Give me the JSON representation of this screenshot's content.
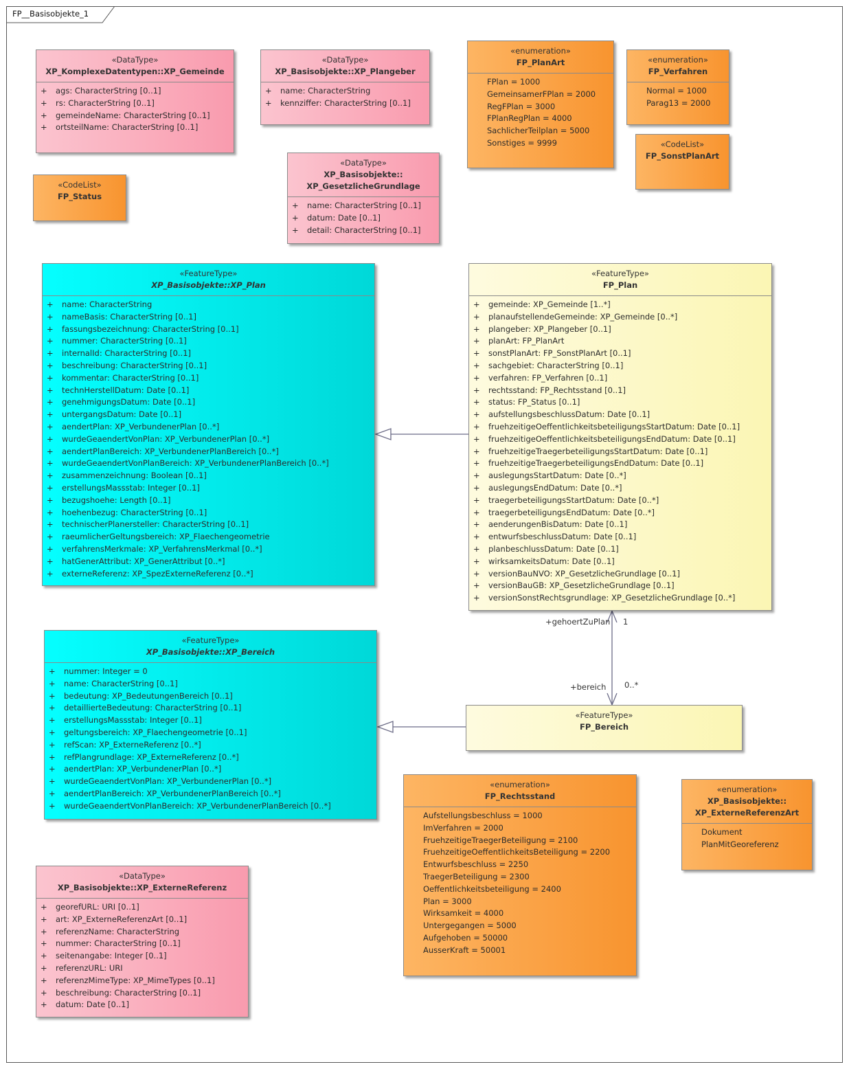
{
  "frame": {
    "title": "FP__Basisobjekte_1"
  },
  "classes": {
    "xp_gemeinde": {
      "stereotype": "«DataType»",
      "name": "XP_KomplexeDatentypen::XP_Gemeinde",
      "attributes": [
        {
          "vis": "+",
          "text": "ags: CharacterString [0..1]"
        },
        {
          "vis": "+",
          "text": "rs: CharacterString [0..1]"
        },
        {
          "vis": "+",
          "text": "gemeindeName: CharacterString [0..1]"
        },
        {
          "vis": "+",
          "text": "ortsteilName: CharacterString [0..1]"
        }
      ]
    },
    "xp_plangeber": {
      "stereotype": "«DataType»",
      "name": "XP_Basisobjekte::XP_Plangeber",
      "attributes": [
        {
          "vis": "+",
          "text": "name: CharacterString"
        },
        {
          "vis": "+",
          "text": "kennziffer: CharacterString [0..1]"
        }
      ]
    },
    "fp_planart": {
      "stereotype": "«enumeration»",
      "name": "FP_PlanArt",
      "literals": [
        "FPlan = 1000",
        "GemeinsamerFPlan = 2000",
        "RegFPlan = 3000",
        "FPlanRegPlan = 4000",
        "SachlicherTeilplan = 5000",
        "Sonstiges = 9999"
      ]
    },
    "fp_verfahren": {
      "stereotype": "«enumeration»",
      "name": "FP_Verfahren",
      "literals": [
        "Normal = 1000",
        "Parag13 = 2000"
      ]
    },
    "fp_sonstplanart": {
      "stereotype": "«CodeList»",
      "name": "FP_SonstPlanArt"
    },
    "fp_status": {
      "stereotype": "«CodeList»",
      "name": "FP_Status"
    },
    "xp_gesetzlichegrundlage": {
      "stereotype": "«DataType»",
      "name_line1": "XP_Basisobjekte::",
      "name_line2": "XP_GesetzlicheGrundlage",
      "attributes": [
        {
          "vis": "+",
          "text": "name: CharacterString [0..1]"
        },
        {
          "vis": "+",
          "text": "datum: Date [0..1]"
        },
        {
          "vis": "+",
          "text": "detail: CharacterString [0..1]"
        }
      ]
    },
    "xp_plan": {
      "stereotype": "«FeatureType»",
      "name": "XP_Basisobjekte::XP_Plan",
      "attributes": [
        {
          "vis": "+",
          "text": "name: CharacterString"
        },
        {
          "vis": "+",
          "text": "nameBasis: CharacterString [0..1]"
        },
        {
          "vis": "+",
          "text": "fassungsbezeichnung: CharacterString [0..1]"
        },
        {
          "vis": "+",
          "text": "nummer: CharacterString [0..1]"
        },
        {
          "vis": "+",
          "text": "internalId: CharacterString [0..1]"
        },
        {
          "vis": "+",
          "text": "beschreibung: CharacterString [0..1]"
        },
        {
          "vis": "+",
          "text": "kommentar: CharacterString [0..1]"
        },
        {
          "vis": "+",
          "text": "technHerstellDatum: Date [0..1]"
        },
        {
          "vis": "+",
          "text": "genehmigungsDatum: Date [0..1]"
        },
        {
          "vis": "+",
          "text": "untergangsDatum: Date [0..1]"
        },
        {
          "vis": "+",
          "text": "aendertPlan: XP_VerbundenerPlan [0..*]"
        },
        {
          "vis": "+",
          "text": "wurdeGeaendertVonPlan: XP_VerbundenerPlan [0..*]"
        },
        {
          "vis": "+",
          "text": "aendertPlanBereich: XP_VerbundenerPlanBereich [0..*]"
        },
        {
          "vis": "+",
          "text": "wurdeGeaendertVonPlanBereich: XP_VerbundenerPlanBereich [0..*]"
        },
        {
          "vis": "+",
          "text": "zusammenzeichnung: Boolean [0..1]"
        },
        {
          "vis": "+",
          "text": "erstellungsMassstab: Integer [0..1]"
        },
        {
          "vis": "+",
          "text": "bezugshoehe: Length [0..1]"
        },
        {
          "vis": "+",
          "text": "hoehenbezug: CharacterString [0..1]"
        },
        {
          "vis": "+",
          "text": "technischerPlanersteller: CharacterString [0..1]"
        },
        {
          "vis": "+",
          "text": "raeumlicherGeltungsbereich: XP_Flaechengeometrie"
        },
        {
          "vis": "+",
          "text": "verfahrensMerkmale: XP_VerfahrensMerkmal [0..*]"
        },
        {
          "vis": "+",
          "text": "hatGenerAttribut: XP_GenerAttribut [0..*]"
        },
        {
          "vis": "+",
          "text": "externeReferenz: XP_SpezExterneReferenz [0..*]"
        }
      ]
    },
    "fp_plan": {
      "stereotype": "«FeatureType»",
      "name": "FP_Plan",
      "attributes": [
        {
          "vis": "+",
          "text": "gemeinde: XP_Gemeinde [1..*]"
        },
        {
          "vis": "+",
          "text": "planaufstellendeGemeinde: XP_Gemeinde [0..*]"
        },
        {
          "vis": "+",
          "text": "plangeber: XP_Plangeber [0..1]"
        },
        {
          "vis": "+",
          "text": "planArt: FP_PlanArt"
        },
        {
          "vis": "+",
          "text": "sonstPlanArt: FP_SonstPlanArt [0..1]"
        },
        {
          "vis": "+",
          "text": "sachgebiet: CharacterString [0..1]"
        },
        {
          "vis": "+",
          "text": "verfahren: FP_Verfahren [0..1]"
        },
        {
          "vis": "+",
          "text": "rechtsstand: FP_Rechtsstand [0..1]"
        },
        {
          "vis": "+",
          "text": "status: FP_Status [0..1]"
        },
        {
          "vis": "+",
          "text": "aufstellungsbeschlussDatum: Date [0..1]"
        },
        {
          "vis": "+",
          "text": "fruehzeitigeOeffentlichkeitsbeteiligungsStartDatum: Date [0..1]"
        },
        {
          "vis": "+",
          "text": "fruehzeitigeOeffentlichkeitsbeteiligungsEndDatum: Date [0..1]"
        },
        {
          "vis": "+",
          "text": "fruehzeitigeTraegerbeteiligungsStartDatum: Date [0..1]"
        },
        {
          "vis": "+",
          "text": "fruehzeitigeTraegerbeteiligungsEndDatum: Date [0..1]"
        },
        {
          "vis": "+",
          "text": "auslegungsStartDatum: Date [0..*]"
        },
        {
          "vis": "+",
          "text": "auslegungsEndDatum: Date [0..*]"
        },
        {
          "vis": "+",
          "text": "traegerbeteiligungsStartDatum: Date [0..*]"
        },
        {
          "vis": "+",
          "text": "traegerbeteiligungsEndDatum: Date [0..*]"
        },
        {
          "vis": "+",
          "text": "aenderungenBisDatum: Date [0..1]"
        },
        {
          "vis": "+",
          "text": "entwurfsbeschlussDatum: Date [0..1]"
        },
        {
          "vis": "+",
          "text": "planbeschlussDatum: Date [0..1]"
        },
        {
          "vis": "+",
          "text": "wirksamkeitsDatum: Date [0..1]"
        },
        {
          "vis": "+",
          "text": "versionBauNVO: XP_GesetzlicheGrundlage [0..1]"
        },
        {
          "vis": "+",
          "text": "versionBauGB: XP_GesetzlicheGrundlage [0..1]"
        },
        {
          "vis": "+",
          "text": "versionSonstRechtsgrundlage: XP_GesetzlicheGrundlage [0..*]"
        }
      ]
    },
    "xp_bereich": {
      "stereotype": "«FeatureType»",
      "name": "XP_Basisobjekte::XP_Bereich",
      "attributes": [
        {
          "vis": "+",
          "text": "nummer: Integer = 0"
        },
        {
          "vis": "+",
          "text": "name: CharacterString [0..1]"
        },
        {
          "vis": "+",
          "text": "bedeutung: XP_BedeutungenBereich [0..1]"
        },
        {
          "vis": "+",
          "text": "detaillierteBedeutung: CharacterString [0..1]"
        },
        {
          "vis": "+",
          "text": "erstellungsMassstab: Integer [0..1]"
        },
        {
          "vis": "+",
          "text": "geltungsbereich: XP_Flaechengeometrie [0..1]"
        },
        {
          "vis": "+",
          "text": "refScan: XP_ExterneReferenz [0..*]"
        },
        {
          "vis": "+",
          "text": "refPlangrundlage: XP_ExterneReferenz [0..*]"
        },
        {
          "vis": "+",
          "text": "aendertPlan: XP_VerbundenerPlan [0..*]"
        },
        {
          "vis": "+",
          "text": "wurdeGeaendertVonPlan: XP_VerbundenerPlan [0..*]"
        },
        {
          "vis": "+",
          "text": "aendertPlanBereich: XP_VerbundenerPlanBereich [0..*]"
        },
        {
          "vis": "+",
          "text": "wurdeGeaendertVonPlanBereich: XP_VerbundenerPlanBereich [0..*]"
        }
      ]
    },
    "fp_bereich": {
      "stereotype": "«FeatureType»",
      "name": "FP_Bereich"
    },
    "fp_rechtsstand": {
      "stereotype": "«enumeration»",
      "name": "FP_Rechtsstand",
      "literals": [
        "Aufstellungsbeschluss = 1000",
        "ImVerfahren = 2000",
        "FruehzeitigeTraegerBeteiligung = 2100",
        "FruehzeitigeOeffentlichkeitsBeteiligung = 2200",
        "Entwurfsbeschluss = 2250",
        "TraegerBeteiligung = 2300",
        "Oeffentlichkeitsbeteiligung = 2400",
        "Plan = 3000",
        "Wirksamkeit = 4000",
        "Untergegangen = 5000",
        "Aufgehoben = 50000",
        "AusserKraft = 50001"
      ]
    },
    "xp_externereferenzart": {
      "stereotype": "«enumeration»",
      "name_line1": "XP_Basisobjekte::",
      "name_line2": "XP_ExterneReferenzArt",
      "literals": [
        "Dokument",
        "PlanMitGeoreferenz"
      ]
    },
    "xp_externereferenz": {
      "stereotype": "«DataType»",
      "name": "XP_Basisobjekte::XP_ExterneReferenz",
      "attributes": [
        {
          "vis": "+",
          "text": "georefURL: URI [0..1]"
        },
        {
          "vis": "+",
          "text": "art: XP_ExterneReferenzArt [0..1]"
        },
        {
          "vis": "+",
          "text": "referenzName: CharacterString"
        },
        {
          "vis": "+",
          "text": "nummer: CharacterString [0..1]"
        },
        {
          "vis": "+",
          "text": "seitenangabe: Integer [0..1]"
        },
        {
          "vis": "+",
          "text": "referenzURL: URI"
        },
        {
          "vis": "+",
          "text": "referenzMimeType: XP_MimeTypes [0..1]"
        },
        {
          "vis": "+",
          "text": "beschreibung: CharacterString [0..1]"
        },
        {
          "vis": "+",
          "text": "datum: Date [0..1]"
        }
      ]
    }
  },
  "association": {
    "role_plan": "+gehoertZuPlan",
    "mult_plan": "1",
    "role_bereich": "+bereich",
    "mult_bereich": "0..*"
  },
  "colors": {
    "datatype": "#f99bae",
    "enumeration": "#f8942f",
    "xp_featuretype": "#00d8d8",
    "fp_featuretype": "#fbf6b4",
    "connector": "#6b6b86"
  }
}
